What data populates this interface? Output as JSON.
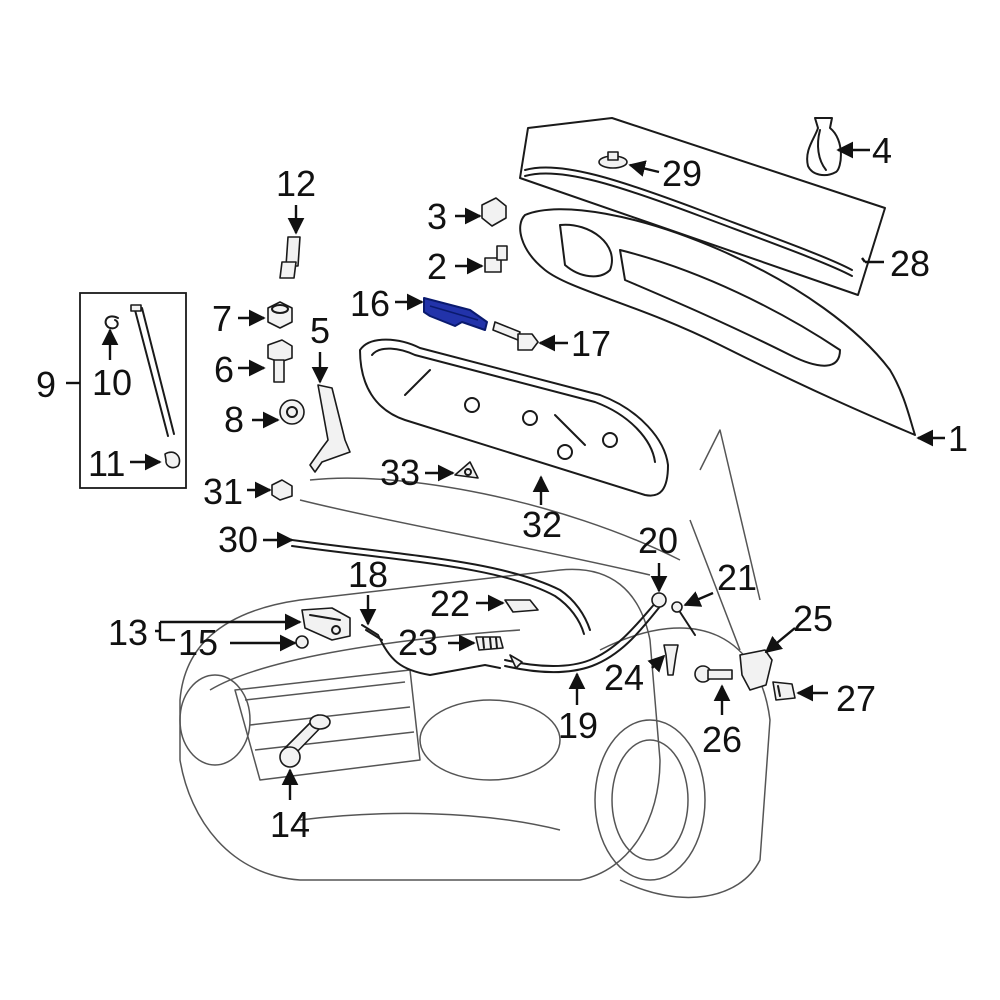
{
  "callouts": {
    "c1": "1",
    "c2": "2",
    "c3": "3",
    "c4": "4",
    "c5": "5",
    "c6": "6",
    "c7": "7",
    "c8": "8",
    "c9": "9",
    "c10": "10",
    "c11": "11",
    "c12": "12",
    "c13": "13",
    "c14": "14",
    "c15": "15",
    "c16": "16",
    "c17": "17",
    "c18": "18",
    "c19": "19",
    "c20": "20",
    "c21": "21",
    "c22": "22",
    "c23": "23",
    "c24": "24",
    "c25": "25",
    "c26": "26",
    "c27": "27",
    "c28": "28",
    "c29": "29",
    "c30": "30",
    "c31": "31",
    "c32": "32",
    "c33": "33"
  },
  "colors": {
    "line": "#1a1a1a",
    "highlight_part": "#2233aa",
    "background": "#ffffff"
  },
  "highlighted_part": "16"
}
